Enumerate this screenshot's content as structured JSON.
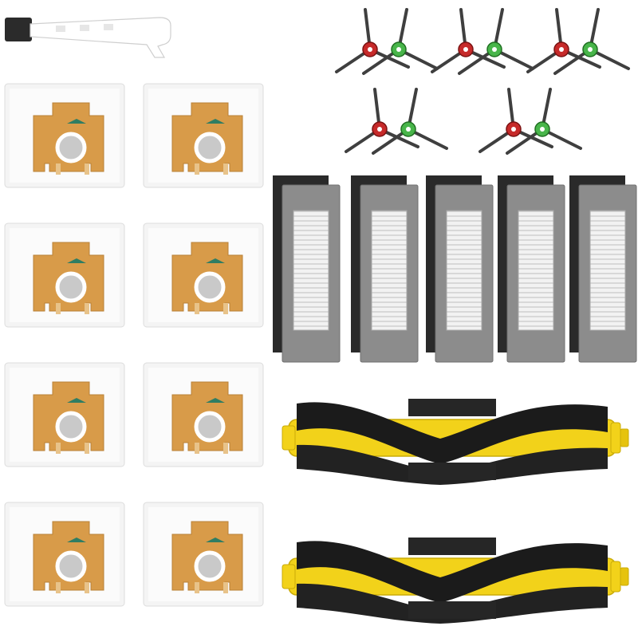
{
  "scene": {
    "background": "#ffffff",
    "items": [
      {
        "kind": "cleaning-tool",
        "count": 1,
        "color": "#ffffff"
      },
      {
        "kind": "dust-bag",
        "count": 8,
        "paper_color": "#f8f8f8",
        "card_color": "#d79a48",
        "accent_color": "#2f7d63"
      },
      {
        "kind": "side-brush-pair",
        "count": 5,
        "hub_colors": [
          "#c72a2a",
          "#48b54a"
        ],
        "arm_color": "#444444"
      },
      {
        "kind": "hepa-filter",
        "count": 5,
        "foam_color": "#2a2a2a",
        "frame_color": "#8a8a8a",
        "pleat_color": "#eeeeee"
      },
      {
        "kind": "main-roller-brush",
        "count": 2,
        "body_color": "#f2d21a",
        "bristle_color": "#1b1b1b"
      }
    ]
  }
}
